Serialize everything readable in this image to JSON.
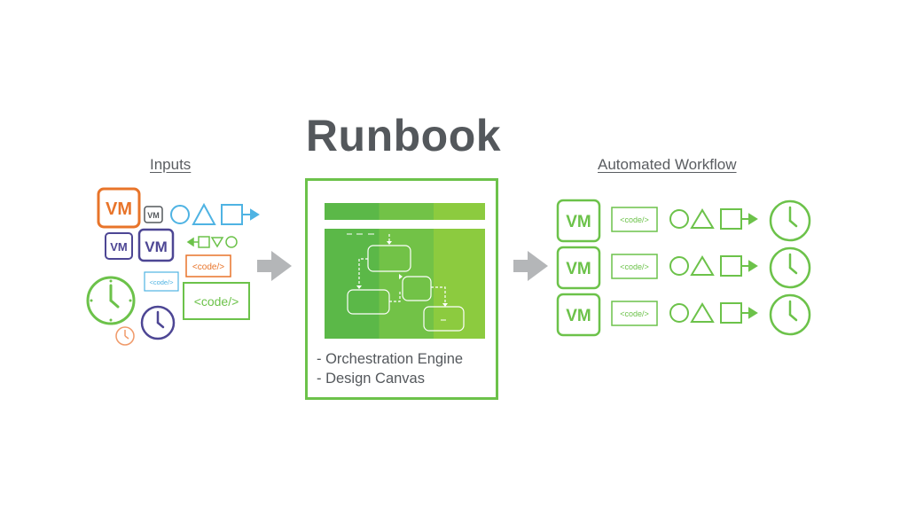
{
  "inputs": {
    "heading": "Inputs",
    "vm_label": "VM",
    "code_label": "<code/>"
  },
  "runbook": {
    "title": "Runbook",
    "items": [
      "- Orchestration Engine",
      "- Design Canvas"
    ]
  },
  "workflow": {
    "heading": "Automated Workflow",
    "vm_label": "VM",
    "code_label": "<code/>"
  },
  "colors": {
    "green": "#6cc24a",
    "orange": "#e8742a",
    "purple": "#4d4694",
    "blue": "#4fb3e3",
    "gray_arrow": "#b4b6b8",
    "text": "#54585c"
  }
}
